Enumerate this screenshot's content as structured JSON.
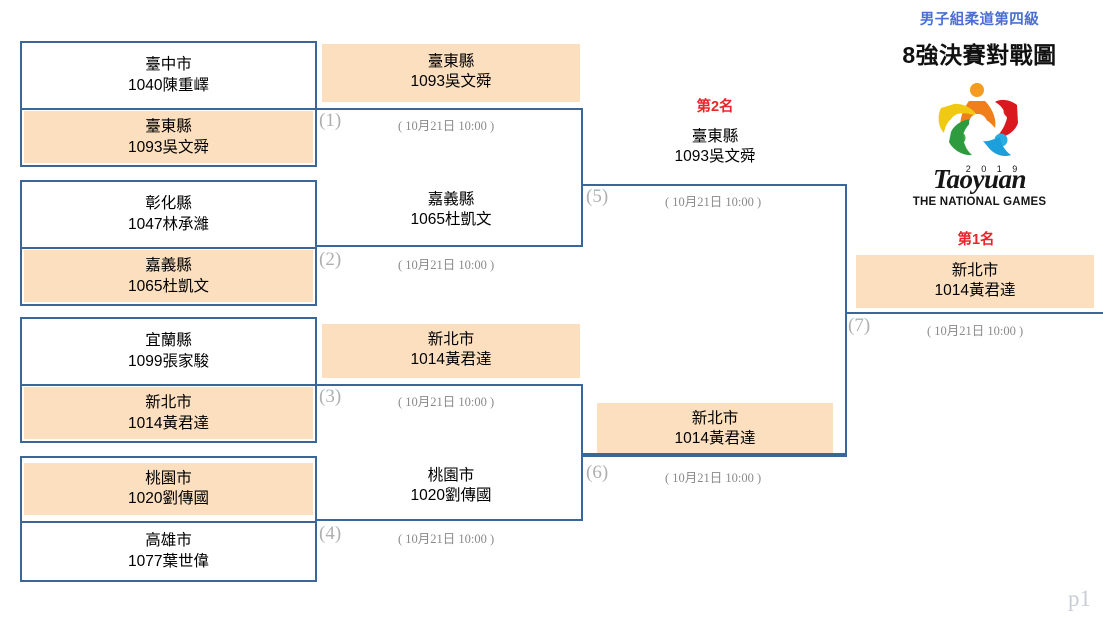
{
  "header": {
    "subtitle": "男子組柔道第四級",
    "title": "8強決賽對戰圖",
    "logo": {
      "year": "2 0 1 9",
      "wordmark": "Taoyuan",
      "tagline": "THE NATIONAL GAMES"
    }
  },
  "footer": {
    "page": "p1"
  },
  "colors": {
    "border_blue": "#3A6699",
    "highlight_orange": "#FBDFBF",
    "place_red": "#E8252A",
    "subtitle_blue": "#4A6FD4",
    "matchno_gray": "#AFAFAF"
  },
  "round1": {
    "pairs": [
      {
        "match_no": "(1)",
        "date": "( 10月21日 10:00 )",
        "top": {
          "org": "臺中市",
          "athlete": "1040陳重嶧",
          "winner": false
        },
        "bottom": {
          "org": "臺東縣",
          "athlete": "1093吳文舜",
          "winner": true
        }
      },
      {
        "match_no": "(2)",
        "date": "( 10月21日 10:00 )",
        "top": {
          "org": "彰化縣",
          "athlete": "1047林承濰",
          "winner": false
        },
        "bottom": {
          "org": "嘉義縣",
          "athlete": "1065杜凱文",
          "winner": true
        }
      },
      {
        "match_no": "(3)",
        "date": "( 10月21日 10:00 )",
        "top": {
          "org": "宜蘭縣",
          "athlete": "1099張家駿",
          "winner": false
        },
        "bottom": {
          "org": "新北市",
          "athlete": "1014黃君達",
          "winner": true
        }
      },
      {
        "match_no": "(4)",
        "date": "( 10月21日 10:00 )",
        "top": {
          "org": "桃園市",
          "athlete": "1020劉傳國",
          "winner": true
        },
        "bottom": {
          "org": "高雄市",
          "athlete": "1077葉世偉",
          "winner": false
        }
      }
    ]
  },
  "round2": {
    "slots": [
      {
        "org": "臺東縣",
        "athlete": "1093吳文舜",
        "highlight": true
      },
      {
        "org": "嘉義縣",
        "athlete": "1065杜凱文",
        "highlight": false
      },
      {
        "org": "新北市",
        "athlete": "1014黃君達",
        "highlight": true
      },
      {
        "org": "桃園市",
        "athlete": "1020劉傳國",
        "highlight": false
      }
    ],
    "matches": [
      {
        "match_no": "(5)",
        "date": "( 10月21日 10:00 )"
      },
      {
        "match_no": "(6)",
        "date": "( 10月21日 10:00 )"
      }
    ]
  },
  "semifinal_results": [
    {
      "place": "第2名",
      "org": "臺東縣",
      "athlete": "1093吳文舜",
      "highlight": false
    },
    {
      "place": "",
      "org": "新北市",
      "athlete": "1014黃君達",
      "highlight": true
    }
  ],
  "final": {
    "match_no": "(7)",
    "date": "( 10月21日 10:00 )",
    "place": "第1名",
    "org": "新北市",
    "athlete": "1014黃君達",
    "highlight": true
  }
}
